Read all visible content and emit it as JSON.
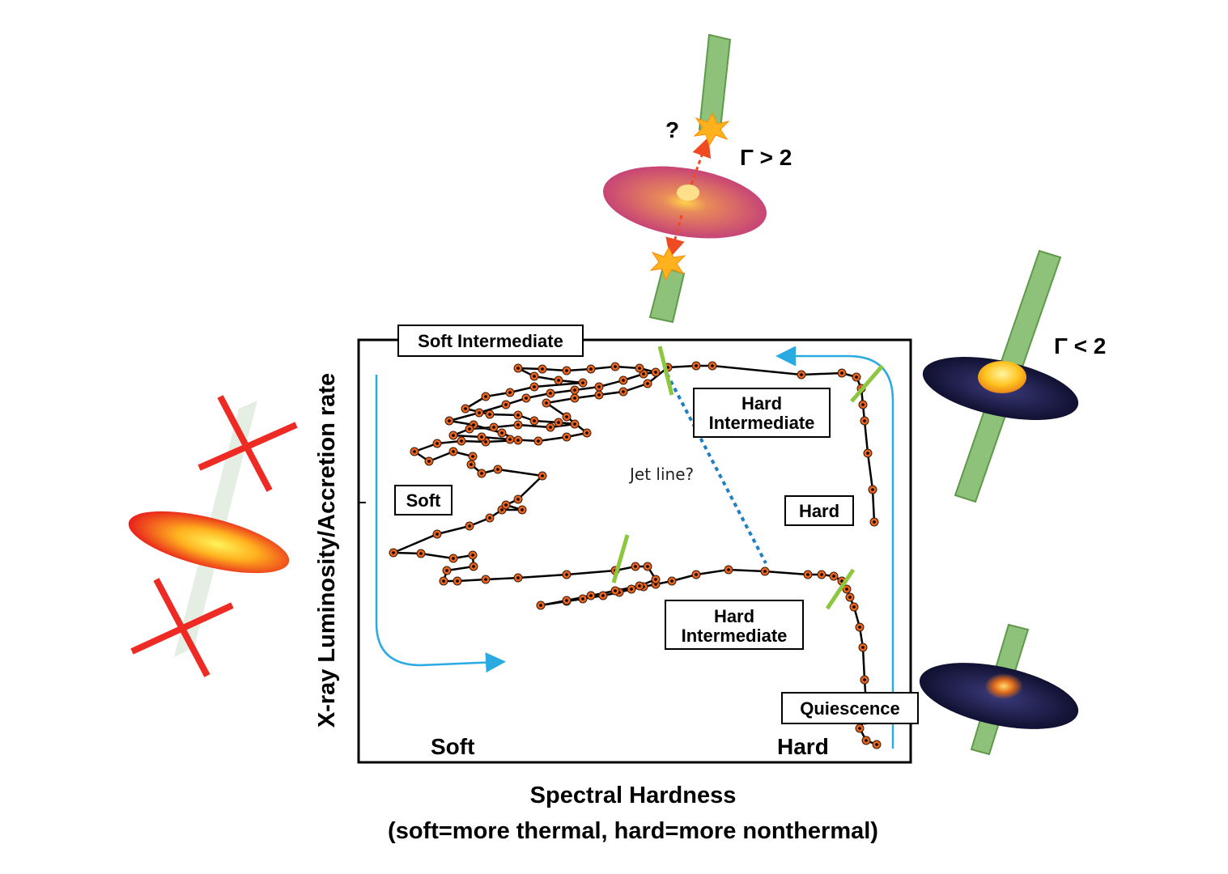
{
  "axes": {
    "ylabel": "X-ray Luminosity/Accretion rate",
    "xlabel_line1": "Spectral Hardness",
    "xlabel_line2": "(soft=more thermal, hard=more nonthermal)",
    "corner_soft": "Soft",
    "corner_hard": "Hard"
  },
  "states": {
    "soft_intermediate": "Soft Intermediate",
    "hard_intermediate_top_1": "Hard",
    "hard_intermediate_top_2": "Intermediate",
    "hard_intermediate_bottom_1": "Hard",
    "hard_intermediate_bottom_2": "Intermediate",
    "soft": "Soft",
    "hard": "Hard",
    "quiescence": "Quiescence"
  },
  "annotations": {
    "jet_line": "Jet line?",
    "gamma_high": "Γ > 2",
    "gamma_low": "Γ < 2",
    "question": "?"
  },
  "colors": {
    "track": "#000000",
    "points": "#e8641e",
    "transition_marker": "#8dc63f",
    "cycle_arrow": "#29aae1",
    "jet_line": "#1f7fc1",
    "no_jet_cross": "#ee2a24",
    "jet": "#8ec27a"
  },
  "icons": {
    "soft_state": "hot-disk-no-jet-illustration",
    "soft_intermediate": "disk-with-ejected-jet-knots-illustration",
    "hard_state": "disk-with-corona-and-steady-jet-illustration",
    "quiescence": "faint-disk-with-weak-jet-illustration"
  }
}
